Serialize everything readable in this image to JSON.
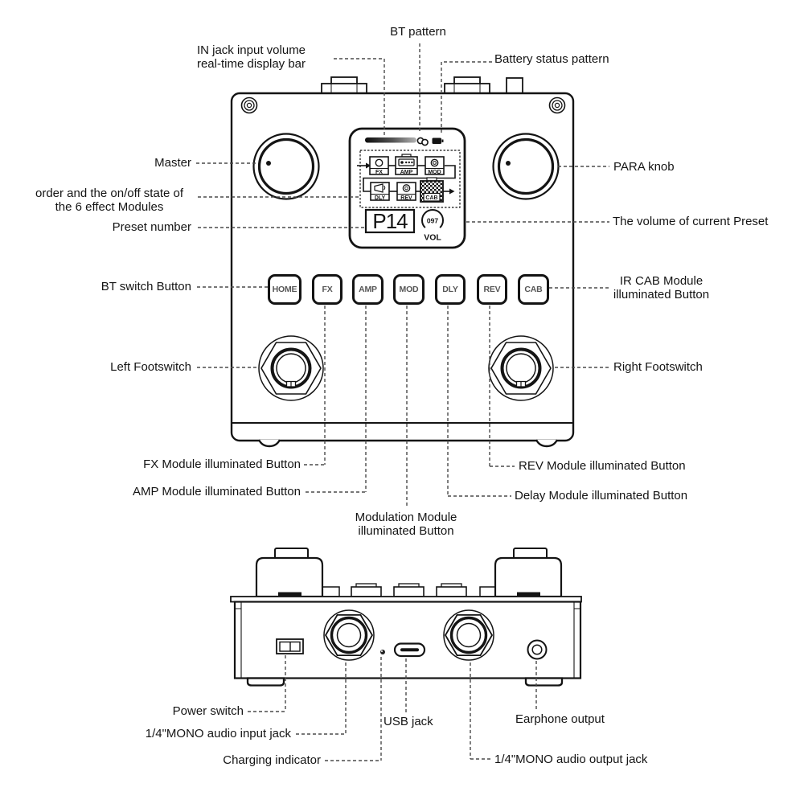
{
  "callouts": {
    "bt_pattern": "BT pattern",
    "in_jack_volume": {
      "line1": "IN jack input volume",
      "line2": "real-time display bar"
    },
    "battery_status": "Battery status pattern",
    "master": "Master",
    "effect_order": {
      "line1": "order and the on/off state of",
      "line2": "the 6 effect Modules"
    },
    "preset_number": "Preset number",
    "para_knob": "PARA knob",
    "preset_volume": "The volume of current Preset",
    "bt_switch": "BT switch Button",
    "ir_cab": {
      "line1": "IR CAB Module",
      "line2": "illuminated Button"
    },
    "left_footswitch": "Left Footswitch",
    "right_footswitch": "Right Footswitch",
    "fx_module": "FX Module illuminated Button",
    "amp_module": "AMP Module illuminated Button",
    "mod_module": {
      "line1": "Modulation Module",
      "line2": "illuminated Button"
    },
    "rev_module": "REV Module illuminated Button",
    "delay_module": "Delay Module illuminated Button",
    "power_switch": "Power switch",
    "audio_input": "1/4\"MONO audio input jack",
    "charging": "Charging indicator",
    "usb": "USB jack",
    "earphone": "Earphone output",
    "audio_output": "1/4\"MONO audio output jack"
  },
  "screen": {
    "preset_number": "P14",
    "volume_value": "097",
    "volume_label": "VOL",
    "modules": {
      "fx": "FX",
      "amp": "AMP",
      "mod": "MOD",
      "dly": "DLY",
      "rev": "REV",
      "cab": "CAB"
    }
  },
  "buttons": [
    {
      "label": "HOME"
    },
    {
      "label": "FX"
    },
    {
      "label": "AMP"
    },
    {
      "label": "MOD"
    },
    {
      "label": "DLY"
    },
    {
      "label": "REV"
    },
    {
      "label": "CAB"
    }
  ],
  "colors": {
    "ink": "#141414",
    "callout_line": "#4a4a4a",
    "button_text": "#565656"
  }
}
